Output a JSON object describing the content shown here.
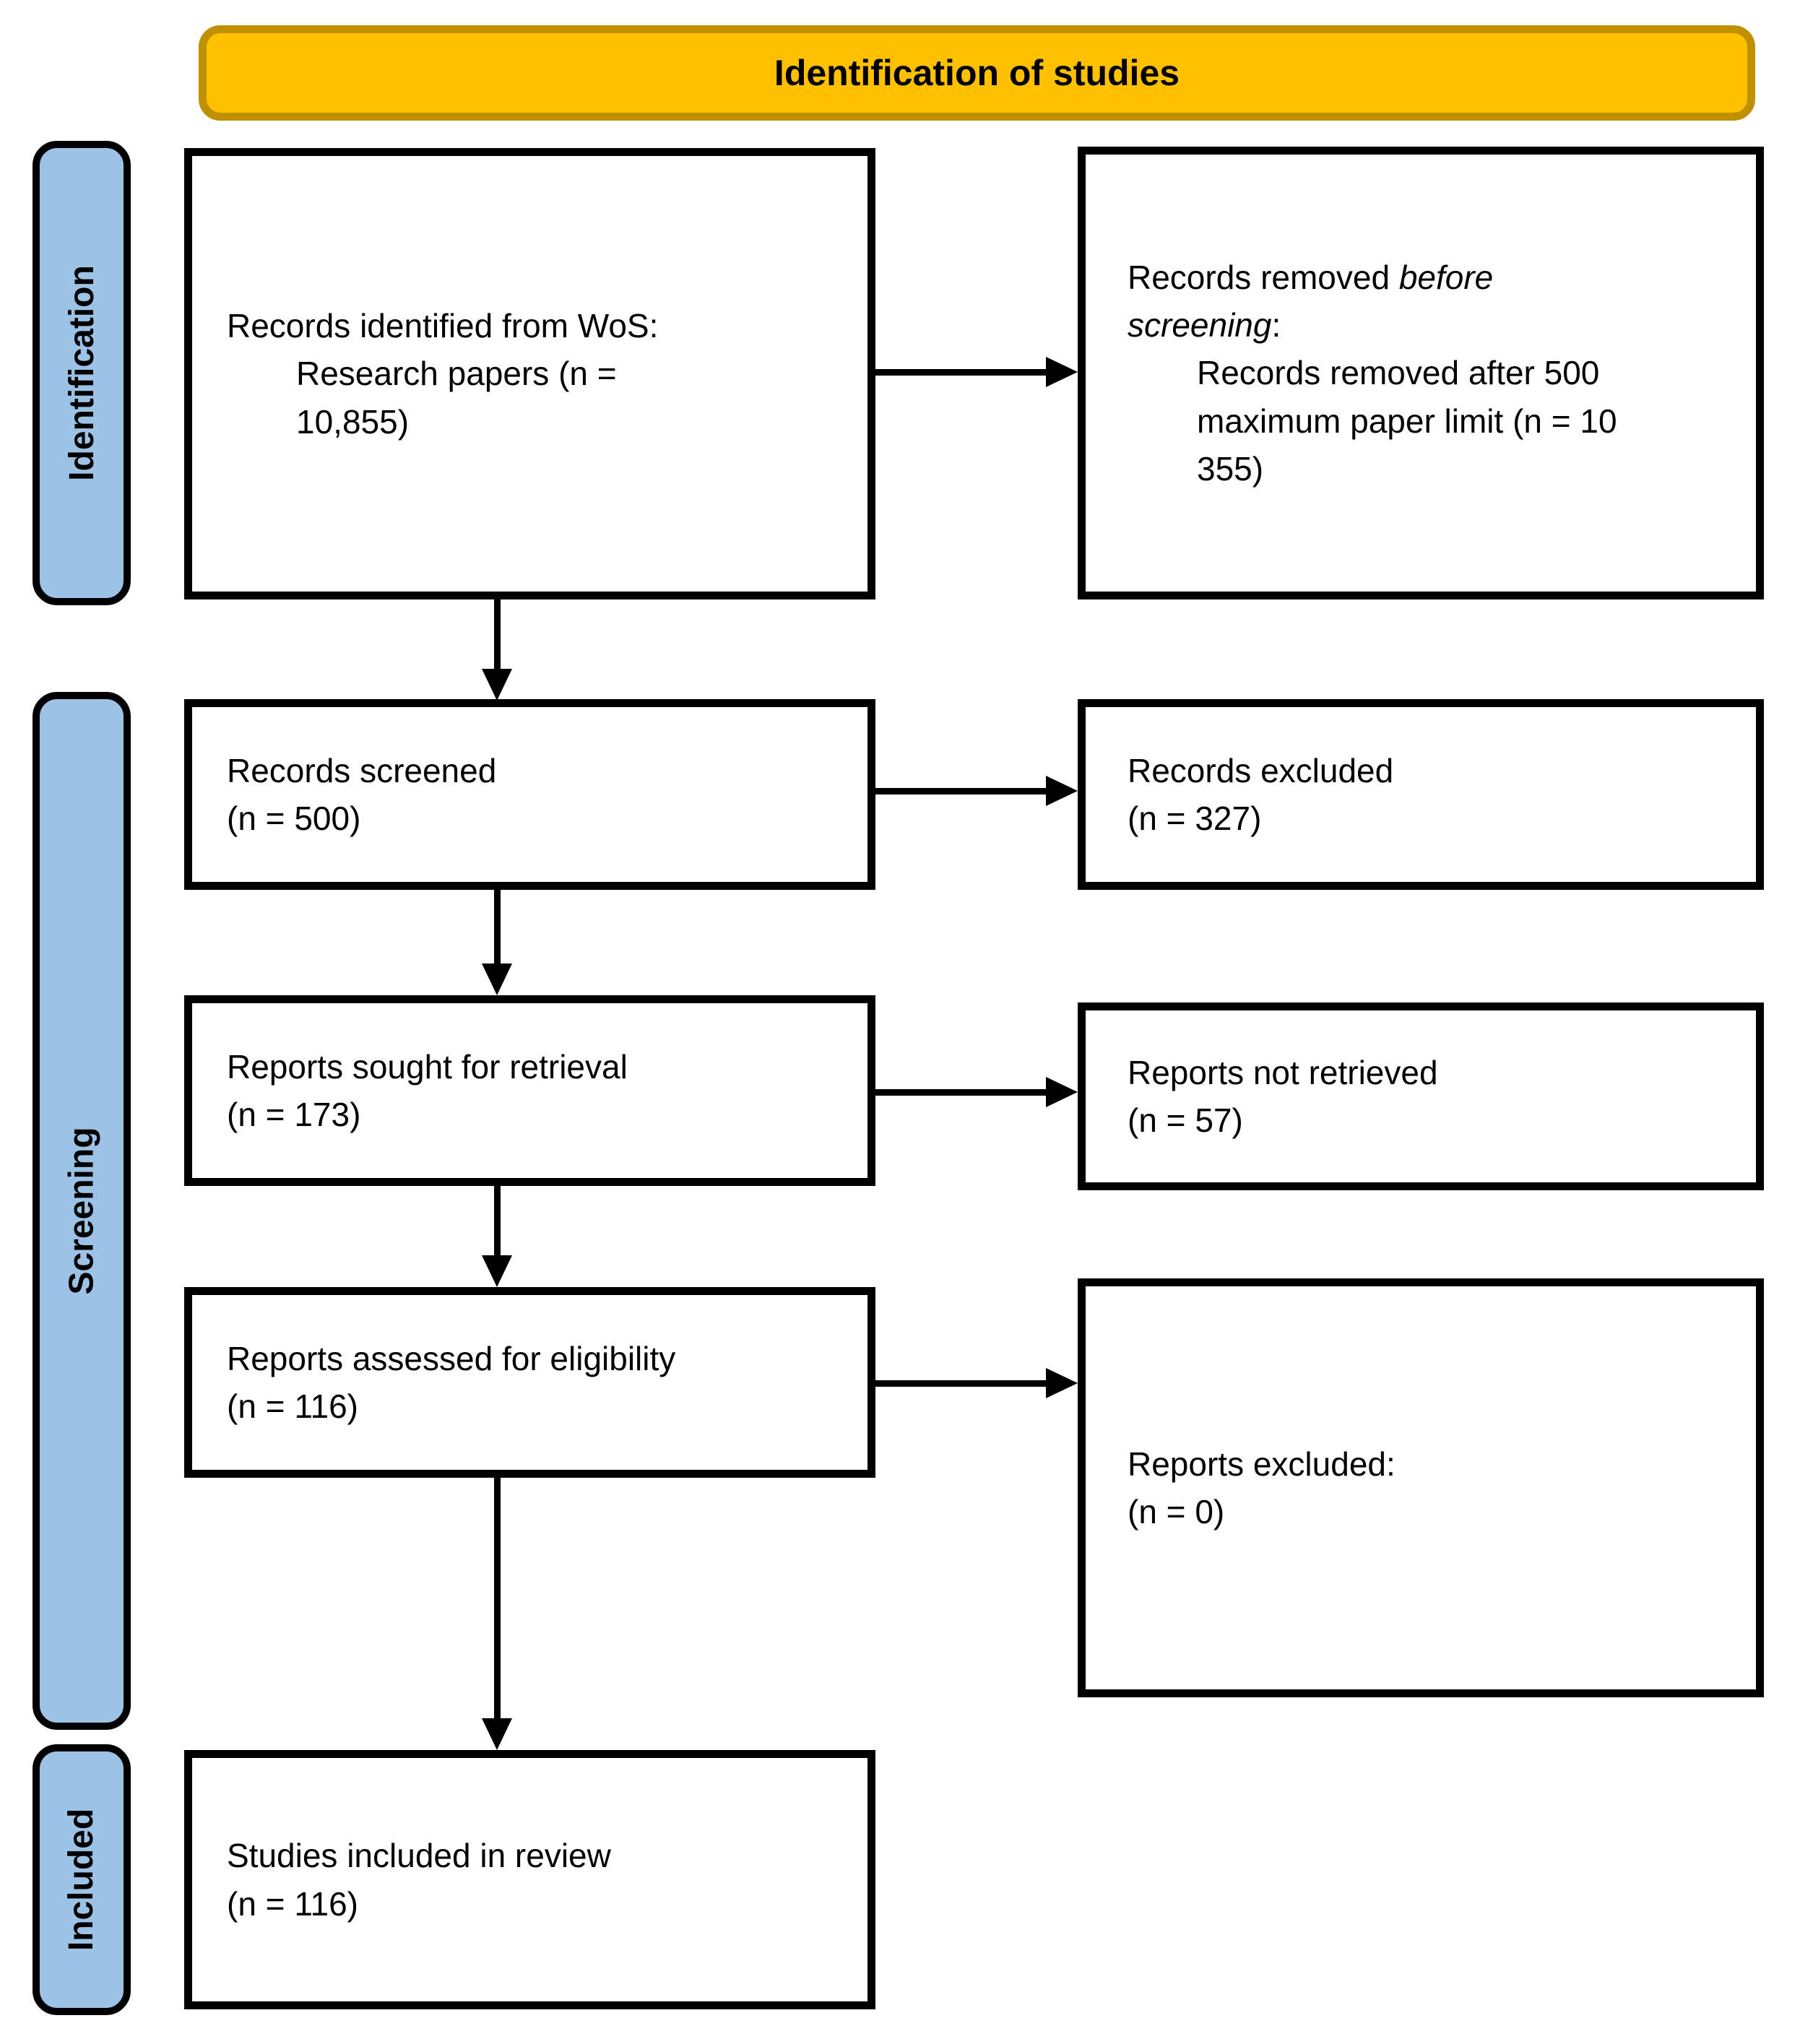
{
  "header": {
    "title": "Identification of studies",
    "bg_color": "#FFC000",
    "border_color": "#BF9000"
  },
  "sidebar": {
    "bg_color": "#9CC2E5",
    "border_color": "#000000",
    "items": [
      {
        "label": "Identification"
      },
      {
        "label": "Screening"
      },
      {
        "label": "Included"
      }
    ]
  },
  "arrow_color": "#000000",
  "box_border_color": "#000000",
  "boxes": {
    "identified": {
      "line1": "Records identified from WoS:",
      "line2": "Research papers (n =",
      "line3": "10,855)"
    },
    "removed": {
      "line1_normal": "Records removed ",
      "line1_italic": "before",
      "line2_italic": "screening",
      "line2_normal": ":",
      "line3": "Records removed after 500",
      "line4": "maximum paper limit (n = 10",
      "line5": "355)"
    },
    "screened": {
      "line1": "Records screened",
      "line2": "(n = 500)"
    },
    "records_excluded": {
      "line1": "Records excluded",
      "line2": "(n = 327)"
    },
    "sought": {
      "line1": "Reports sought for retrieval",
      "line2": "(n = 173)"
    },
    "not_retrieved": {
      "line1": "Reports not retrieved",
      "line2": "(n = 57)"
    },
    "assessed": {
      "line1": "Reports assessed for eligibility",
      "line2": "(n = 116)"
    },
    "reports_excluded": {
      "line1": "Reports excluded:",
      "line2": "(n = 0)"
    },
    "included_studies": {
      "line1": "Studies included in review",
      "line2": "(n = 116)"
    }
  }
}
